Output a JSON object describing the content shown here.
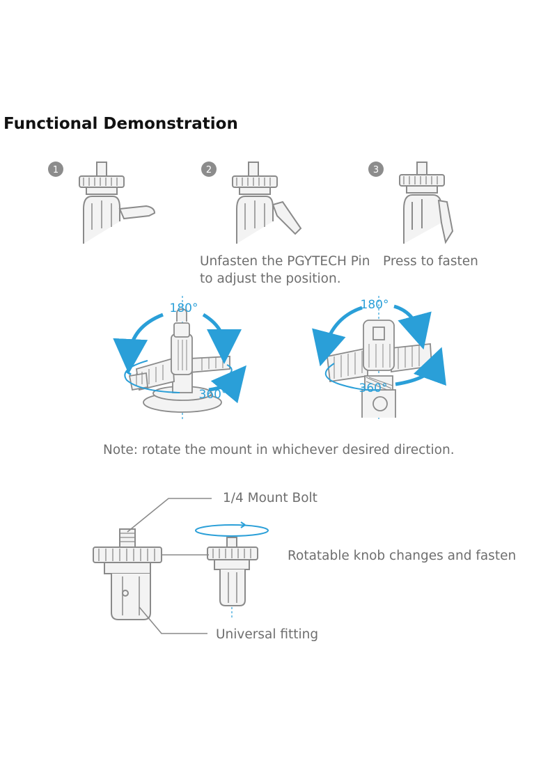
{
  "title": "Functional Demonstration",
  "steps": [
    {
      "num": "1",
      "caption": ""
    },
    {
      "num": "2",
      "caption_line1": "Unfasten the PGYTECH Pin",
      "caption_line2": "to adjust the position."
    },
    {
      "num": "3",
      "caption_line1": "Press to fasten"
    }
  ],
  "rotation": {
    "left": {
      "top_angle": "180°",
      "bottom_angle": "360°"
    },
    "right": {
      "top_angle": "180°",
      "bottom_angle": "360°"
    },
    "note": "Note: rotate the mount in whichever desired direction."
  },
  "parts": {
    "bolt": "1/4 Mount Bolt",
    "knob": "Rotatable knob changes and fasten",
    "fitting": "Universal fitting"
  },
  "colors": {
    "accent": "#2a9fd8",
    "line": "#8a8a8a",
    "fill": "#f3f3f3",
    "badge": "#8c8c8c",
    "text": "#6e6e6e"
  }
}
